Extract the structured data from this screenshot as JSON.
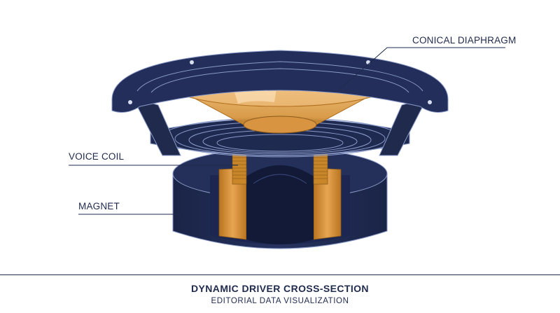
{
  "labels": {
    "diaphragm": "CONICAL DIAPHRAGM",
    "voice_coil": "VOICE COIL",
    "magnet": "MAGNET"
  },
  "footer": {
    "title": "DYNAMIC DRIVER CROSS-SECTION",
    "subtitle": "EDITORIAL DATA VISUALIZATION"
  },
  "colors": {
    "navy": "#1f2a4d",
    "navy_dark": "#141b36",
    "copper": "#c98628",
    "copper_light": "#f0b86a",
    "outline": "#8a9ac8"
  }
}
